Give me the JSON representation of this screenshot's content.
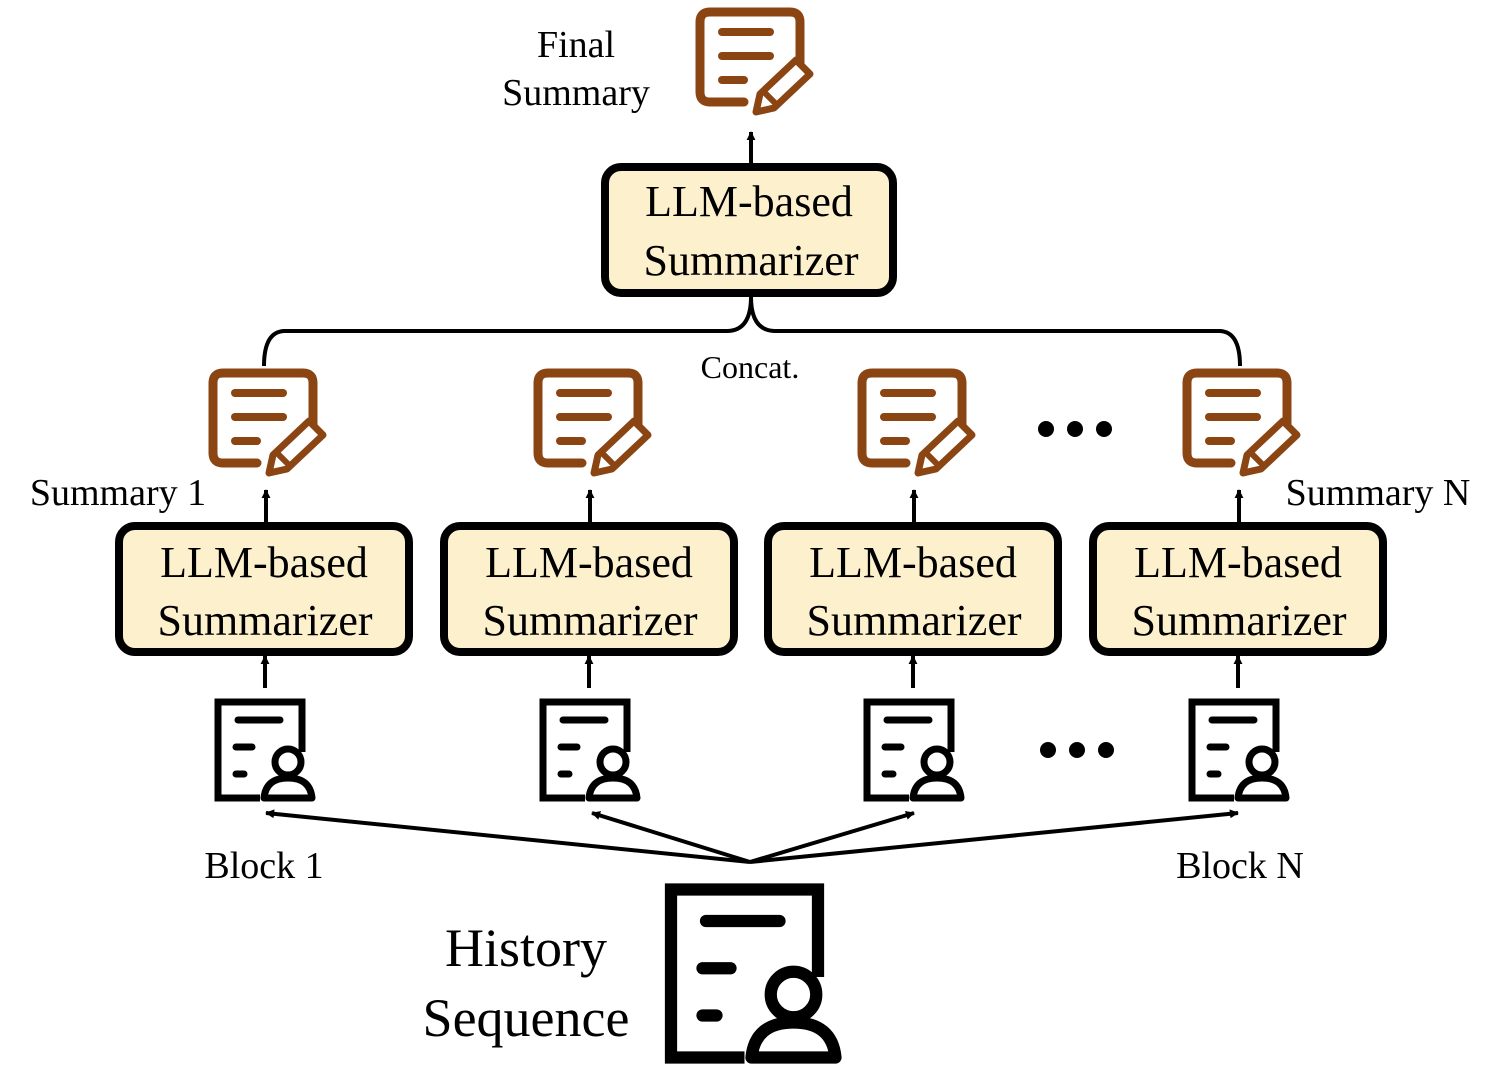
{
  "colors": {
    "summary_icon": "#8B4513",
    "block_icon": "#000000",
    "summarizer_fill": "#FDF0CC",
    "summarizer_stroke": "#000000",
    "lines": "#000000"
  },
  "icons": {
    "summary": "document-edit-icon",
    "block": "user-document-icon"
  },
  "final_summary": {
    "line1": "Final",
    "line2": "Summary"
  },
  "top_summarizer": {
    "line1": "LLM-based",
    "line2": "Summarizer"
  },
  "concat_label": "Concat.",
  "summarizers": [
    {
      "line1": "LLM-based",
      "line2": "Summarizer"
    },
    {
      "line1": "LLM-based",
      "line2": "Summarizer"
    },
    {
      "line1": "LLM-based",
      "line2": "Summarizer"
    },
    {
      "line1": "LLM-based",
      "line2": "Summarizer"
    }
  ],
  "summary_labels": {
    "first": "Summary 1",
    "last": "Summary N"
  },
  "block_labels": {
    "first": "Block 1",
    "last": "Block N"
  },
  "history": {
    "line1": "History",
    "line2": "Sequence"
  }
}
